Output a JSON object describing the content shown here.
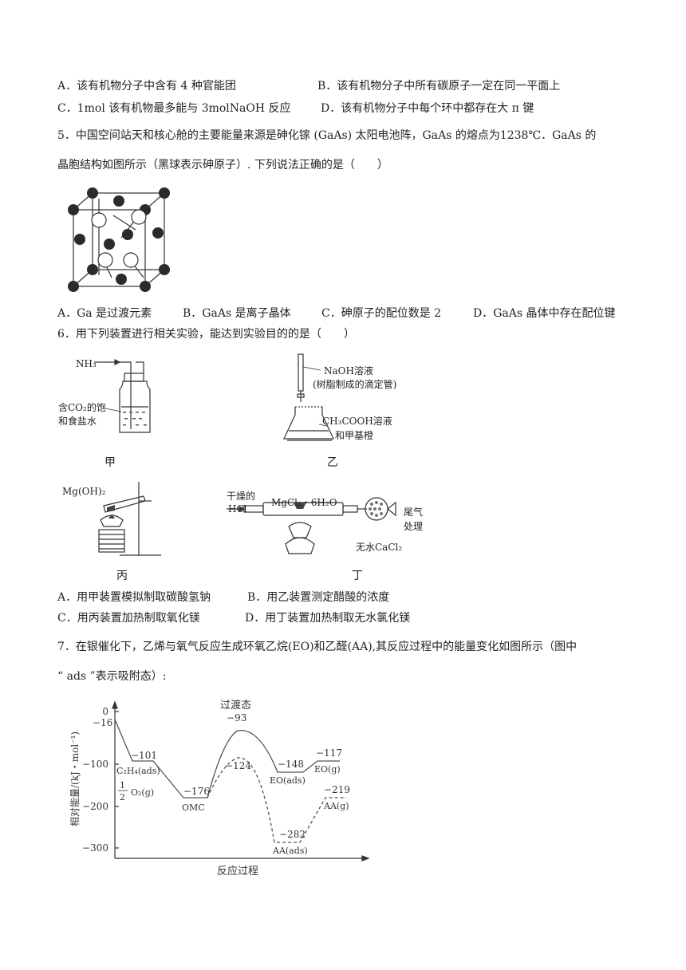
{
  "q4": {
    "opt_a": "A．该有机物分子中含有 4 种官能团",
    "opt_b": "B．该有机物分子中所有碳原子一定在同一平面上",
    "opt_c": "C．1mol 该有机物最多能与 3molNaOH 反应",
    "opt_d": "D．该有机物分子中每个环中都存在大 π 键"
  },
  "q5": {
    "stem_line1": "5．中国空间站天和核心舱的主要能量来源是砷化镓 (GaAs) 太阳电池阵，GaAs 的熔点为1238℃．GaAs 的",
    "stem_line2": "晶胞结构如图所示（黑球表示砷原子）. 下列说法正确的是（　　）",
    "opt_a": "A．Ga 是过渡元素",
    "opt_b": "B．GaAs 是离子晶体",
    "opt_c": "C．砷原子的配位数是 2",
    "opt_d": "D．GaAs 晶体中存在配位键"
  },
  "q6": {
    "stem": "6．用下列装置进行相关实验，能达到实验目的的是（　　）",
    "jia": {
      "caption": "甲",
      "gas": "NH₃",
      "label_line1": "含CO₂的饱",
      "label_line2": "和食盐水"
    },
    "yi": {
      "caption": "乙",
      "label1_line1": "NaOH溶液",
      "label1_line2": "(树脂制成的滴定管)",
      "label2_line1": "CH₃COOH溶液",
      "label2_line2": "和甲基橙"
    },
    "bing": {
      "caption": "丙",
      "label": "Mg(OH)₂"
    },
    "ding": {
      "caption": "丁",
      "gas_line1": "干燥的",
      "gas_line2": "HCl",
      "reagent": "MgCl₂・6H₂O",
      "dryer": "无水CaCl₂",
      "tail_line1": "尾气",
      "tail_line2": "处理"
    },
    "opt_a": "A．用甲装置模拟制取碳酸氢钠",
    "opt_b": "B．用乙装置测定醋酸的浓度",
    "opt_c": "C．用丙装置加热制取氧化镁",
    "opt_d": "D．用丁装置加热制取无水氯化镁"
  },
  "q7": {
    "stem_line1": "7．在银催化下，乙烯与氧气反应生成环氧乙烷(EO)和乙醛(AA),其反应过程中的能量变化如图所示（图中",
    "stem_line2": "“ ads ”表示吸附态）:",
    "chart": {
      "ylabel": "相对能量/(kJ・mol⁻¹)",
      "xlabel": "反应过程",
      "yticks": [
        "0",
        "−100",
        "−200",
        "−300"
      ],
      "start_value": "−16",
      "ts_caption": "过渡态",
      "labels": [
        {
          "value": "−101",
          "name": "C₂H₄(ads)"
        },
        {
          "value": "−176",
          "name": "OMC"
        },
        {
          "value": "−93",
          "name": ""
        },
        {
          "value": "−124",
          "name": ""
        },
        {
          "value": "−148",
          "name": "EO(ads)"
        },
        {
          "value": "−117",
          "name": "EO(g)"
        },
        {
          "value": "−282",
          "name": "AA(ads)"
        },
        {
          "value": "−219",
          "name": "AA(g)"
        }
      ],
      "o2_label": "O₂(g)",
      "half_num": "1",
      "half_den": "2"
    }
  }
}
